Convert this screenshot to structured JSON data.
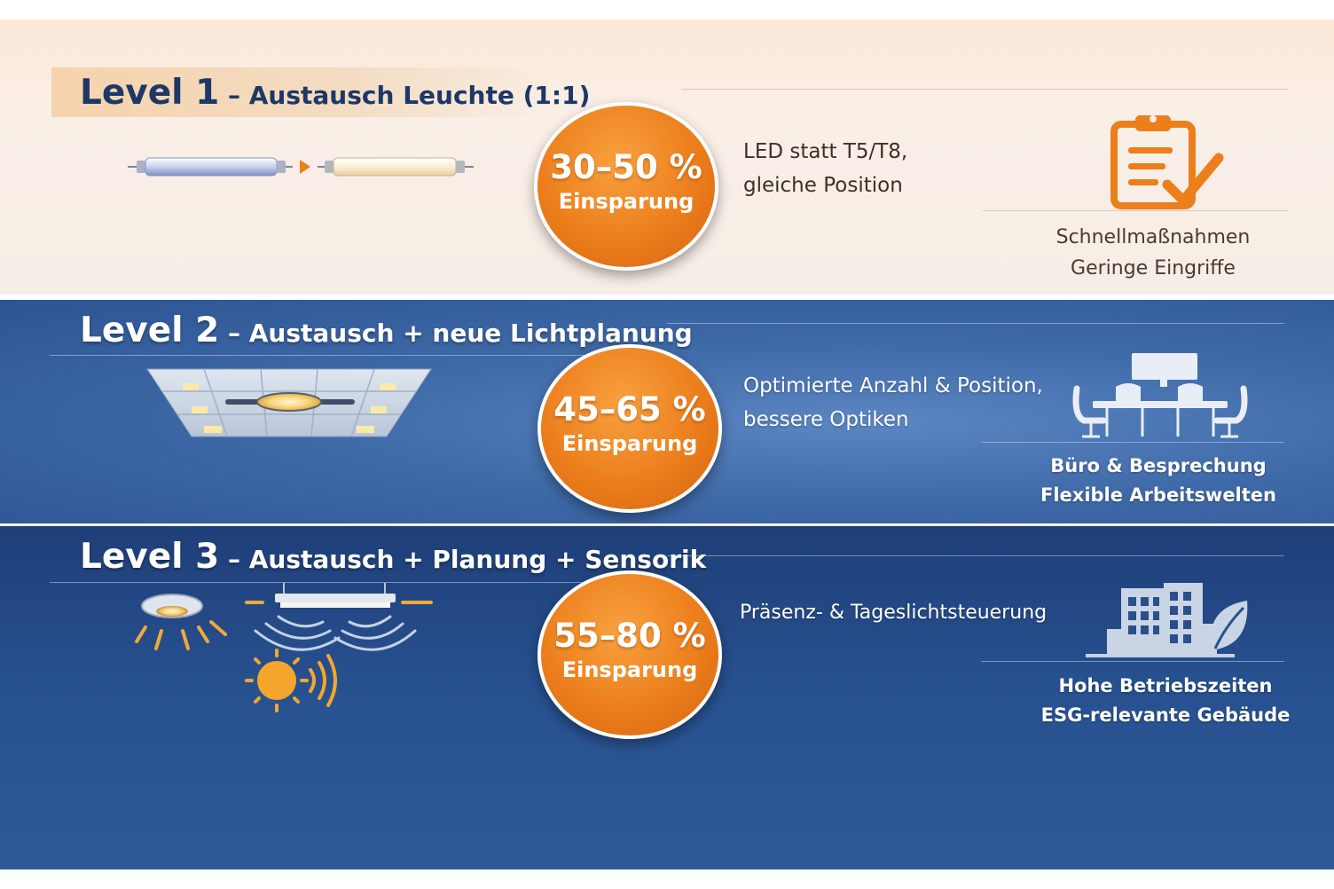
{
  "levels": [
    {
      "level": "Level 1",
      "subtitle": " – Austausch Leuchte (1:1)",
      "saving_range": "30–50 %",
      "saving_label": "Einsparung",
      "description": [
        "LED statt T5/T8,",
        "gleiche Position"
      ],
      "use_case": [
        "Schnellmaßnahmen",
        "Geringe Eingriffe"
      ],
      "icon": "clipboard-check-icon"
    },
    {
      "level": "Level 2",
      "subtitle": " – Austausch + neue Lichtplanung",
      "saving_range": "45–65 %",
      "saving_label": "Einsparung",
      "description": [
        "Optimierte Anzahl & Position,",
        "bessere Optiken"
      ],
      "use_case": [
        "Büro & Besprechung",
        "Flexible Arbeitswelten"
      ],
      "icon": "office-meeting-icon"
    },
    {
      "level": "Level 3",
      "subtitle": " – Austausch + Planung + Sensorik",
      "saving_range": "55–80 %",
      "saving_label": "Einsparung",
      "description": [
        "Präsenz- & Tageslichtsteuerung"
      ],
      "use_case": [
        "Hohe Betriebszeiten",
        "ESG-relevante Gebäude"
      ],
      "icon": "green-building-icon"
    }
  ],
  "colors": {
    "accent_orange": "#ec7e1c",
    "navy_text": "#1d3767",
    "band_blue": "#3f6aa8",
    "band_dark_blue": "#1f3f78"
  }
}
